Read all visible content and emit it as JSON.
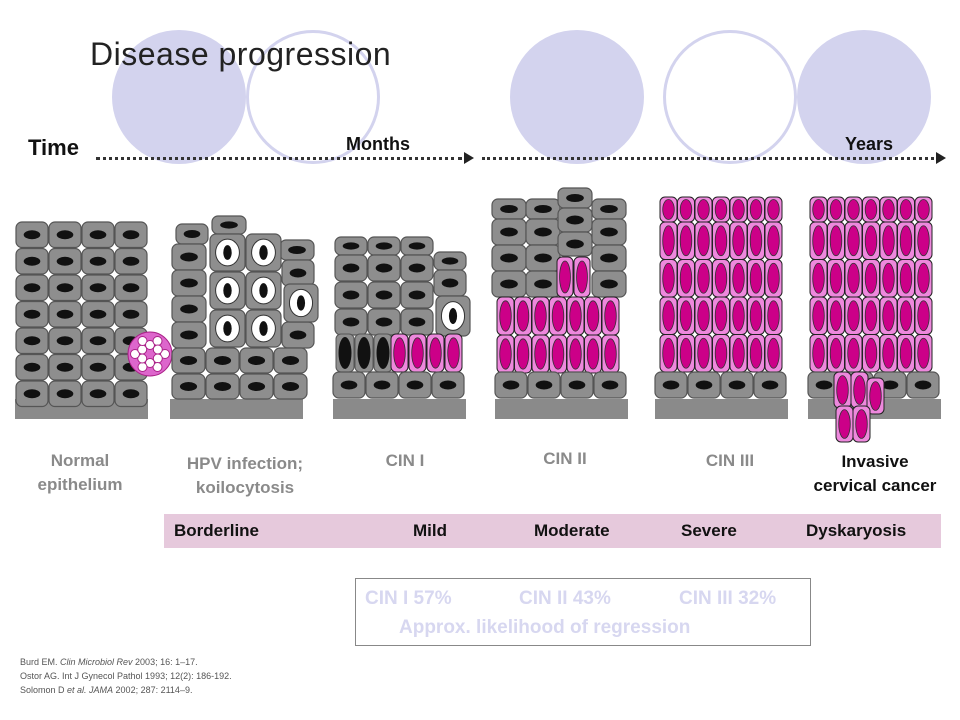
{
  "title": "Disease progression",
  "timeline": {
    "time_label": "Time",
    "months_label": "Months",
    "years_label": "Years"
  },
  "stages": [
    "Normal\nepithelium",
    "HPV infection;\nkoilocytosis",
    "CIN I",
    "CIN II",
    "CIN III",
    "Invasive\ncervical cancer"
  ],
  "dyskaryosis": [
    "Borderline",
    "Mild",
    "Moderate",
    "Severe",
    "Dyskaryosis"
  ],
  "regression": {
    "cin1": "CIN I 57%",
    "cin2": "CIN II 43%",
    "cin3": "CIN III 32%",
    "caption": "Approx. likelihood of regression"
  },
  "references": [
    {
      "pre": "Burd EM. ",
      "journal": "Clin Microbiol Rev",
      "post": " 2003; 16: 1–17."
    },
    {
      "pre": "Ostor AG. Int J Gynecol Pathol 1993; 12(2): 186-192.",
      "journal": "",
      "post": ""
    },
    {
      "pre": "Solomon D ",
      "journal": "et al. JAMA",
      "post": " 2002; 287: 2114–9."
    }
  ],
  "colors": {
    "cell_grey": "#8e8e8e",
    "cell_border": "#555555",
    "nucleus": "#111111",
    "dysplastic": "#ee88dd",
    "dysplastic_nucleus": "#cc0088",
    "bar": "#e6c9dc",
    "deco_circle": "#d3d3ee"
  }
}
